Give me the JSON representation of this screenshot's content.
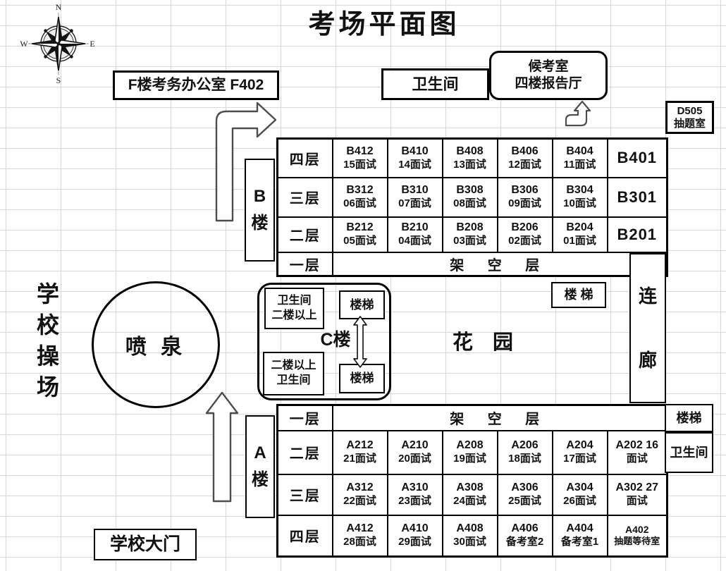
{
  "title": "考场平面图",
  "compass": {
    "n": "N",
    "e": "E",
    "s": "S",
    "w": "W"
  },
  "colors": {
    "line": "#000000",
    "grid": "#d8d8d8",
    "arrow_outline": "#4d4d4d",
    "background": "#ffffff",
    "text": "#111111"
  },
  "top": {
    "f_office": "F楼考务办公室 F402",
    "restroom": "卫生间",
    "waiting_room": {
      "line1": "候考室",
      "line2": "四楼报告厅"
    },
    "d505": {
      "line1": "D505",
      "line2": "抽题室"
    }
  },
  "left": {
    "playground": "学校操场",
    "fountain": "喷 泉",
    "gate": "学校大门"
  },
  "middle": {
    "garden": "花  园",
    "garden_stairs": "楼 梯",
    "corridor": {
      "line1": "连",
      "line2": "廊"
    },
    "c_building": {
      "label": "C楼",
      "restroom_top": {
        "line1": "卫生间",
        "line2": "二楼以上"
      },
      "restroom_bottom": {
        "line1": "二楼以上",
        "line2": "卫生间"
      },
      "stairs_top": "楼梯",
      "stairs_bottom": "楼梯"
    }
  },
  "b": {
    "label": {
      "line1": "B",
      "line2": "楼"
    },
    "rows": [
      {
        "floor": "四层",
        "cells": [
          {
            "no": "B412",
            "t": "15面试"
          },
          {
            "no": "B410",
            "t": "14面试"
          },
          {
            "no": "B408",
            "t": "13面试"
          },
          {
            "no": "B406",
            "t": "12面试"
          },
          {
            "no": "B404",
            "t": "11面试"
          }
        ],
        "end": "B401"
      },
      {
        "floor": "三层",
        "cells": [
          {
            "no": "B312",
            "t": "06面试"
          },
          {
            "no": "B310",
            "t": "07面试"
          },
          {
            "no": "B308",
            "t": "08面试"
          },
          {
            "no": "B306",
            "t": "09面试"
          },
          {
            "no": "B304",
            "t": "10面试"
          }
        ],
        "end": "B301"
      },
      {
        "floor": "二层",
        "cells": [
          {
            "no": "B212",
            "t": "05面试"
          },
          {
            "no": "B210",
            "t": "04面试"
          },
          {
            "no": "B208",
            "t": "03面试"
          },
          {
            "no": "B206",
            "t": "02面试"
          },
          {
            "no": "B204",
            "t": "01面试"
          }
        ],
        "end": "B201"
      },
      {
        "floor": "一层",
        "span": "架 空 层"
      }
    ]
  },
  "a": {
    "label": {
      "line1": "A",
      "line2": "楼"
    },
    "rows": [
      {
        "floor": "一层",
        "span": "架 空 层"
      },
      {
        "floor": "二层",
        "cells": [
          {
            "no": "A212",
            "t": "21面试"
          },
          {
            "no": "A210",
            "t": "20面试"
          },
          {
            "no": "A208",
            "t": "19面试"
          },
          {
            "no": "A206",
            "t": "18面试"
          },
          {
            "no": "A204",
            "t": "17面试"
          },
          {
            "no": "A202  16",
            "t": "面试"
          }
        ]
      },
      {
        "floor": "三层",
        "cells": [
          {
            "no": "A312",
            "t": "22面试"
          },
          {
            "no": "A310",
            "t": "23面试"
          },
          {
            "no": "A308",
            "t": "24面试"
          },
          {
            "no": "A306",
            "t": "25面试"
          },
          {
            "no": "A304",
            "t": "26面试"
          },
          {
            "no": "A302  27",
            "t": "面试"
          }
        ]
      },
      {
        "floor": "四层",
        "cells": [
          {
            "no": "A412",
            "t": "28面试"
          },
          {
            "no": "A410",
            "t": "29面试"
          },
          {
            "no": "A408",
            "t": "30面试"
          },
          {
            "no": "A406",
            "t": "备考室2"
          },
          {
            "no": "A404",
            "t": "备考室1"
          },
          {
            "no": "A402",
            "t": "抽题等待室"
          }
        ]
      }
    ],
    "side": {
      "stairs": "楼梯",
      "restroom": "卫生间"
    }
  }
}
